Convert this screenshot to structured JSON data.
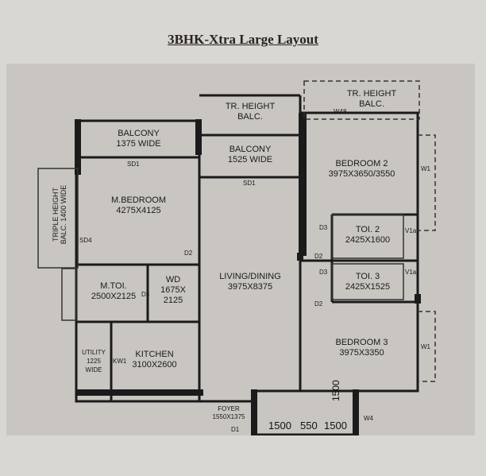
{
  "title": "3BHK-Xtra Large Layout",
  "rooms": {
    "balcony1": {
      "name": "BALCONY",
      "size": "1375 WIDE"
    },
    "balcony2": {
      "name": "BALCONY",
      "size": "1525 WIDE"
    },
    "tr_balc_left": {
      "name": "TR. HEIGHT",
      "size": "BALC."
    },
    "tr_balc_right": {
      "name": "TR. HEIGHT",
      "size": "BALC."
    },
    "master_bedroom": {
      "name": "M.BEDROOM",
      "size": "4275X4125"
    },
    "bedroom2": {
      "name": "BEDROOM 2",
      "size": "3975X3650/3550"
    },
    "toi2": {
      "name": "TOI. 2",
      "size": "2425X1600"
    },
    "toi3": {
      "name": "TOI. 3",
      "size": "2425X1525"
    },
    "living": {
      "name": "LIVING/DINING",
      "size": "3975X8375"
    },
    "mtoi": {
      "name": "M.TOI.",
      "size": "2500X2125"
    },
    "wd": {
      "name": "WD",
      "size1": "1675X",
      "size2": "2125"
    },
    "kitchen": {
      "name": "KITCHEN",
      "size": "3100X2600"
    },
    "utility": {
      "name": "UTILITY",
      "size1": "1225",
      "size2": "WIDE"
    },
    "bedroom3": {
      "name": "BEDROOM 3",
      "size": "3975X3350"
    },
    "foyer": {
      "name": "FOYER",
      "size": "1550X1375"
    },
    "triple_balc": {
      "line1": "TRIPLE HEIGHT",
      "line2": "BALC. 1400 WIDE"
    }
  },
  "tags": {
    "sd1a": "SD1",
    "sd1b": "SD1",
    "sd4": "SD4",
    "d2a": "D2",
    "d2b": "D2",
    "d2c": "D2",
    "d3a": "D3",
    "d3b": "D3",
    "d3c": "D3",
    "w48": "W48",
    "w1a": "W1",
    "w1b": "W1",
    "v1a1": "V1a",
    "v1a2": "V1a",
    "kw1": "KW1",
    "d1": "D1",
    "w4": "W4"
  },
  "dims": {
    "d1": "1500",
    "d2": "550",
    "d3": "1500",
    "d4": "1500"
  }
}
